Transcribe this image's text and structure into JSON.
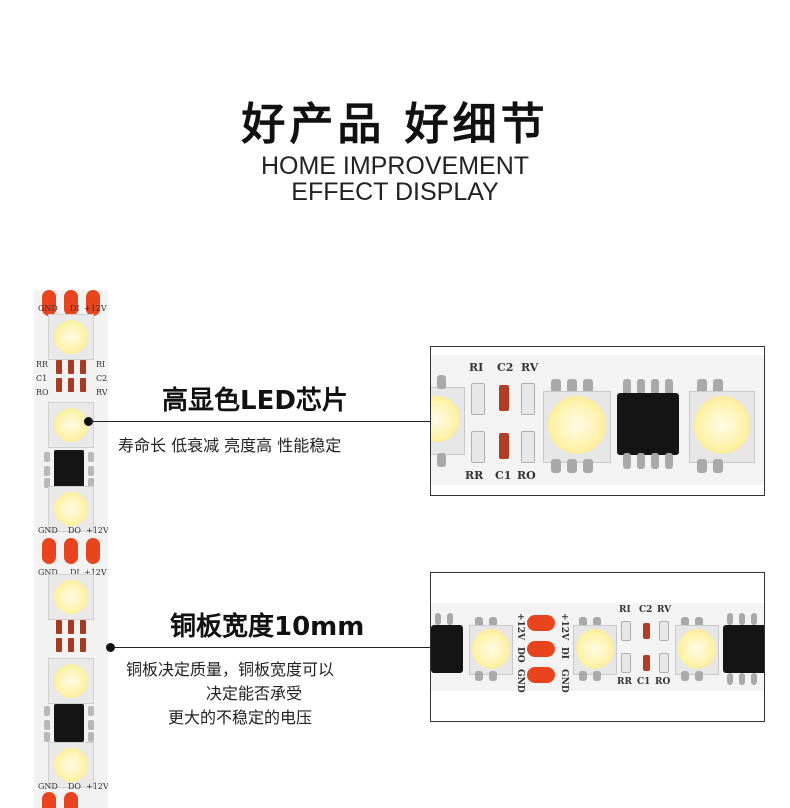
{
  "header": {
    "title": "好产品 好细节",
    "subtitle_line1": "HOME IMPROVEMENT",
    "subtitle_line2": "EFFECT DISPLAY"
  },
  "callout1": {
    "title": "高显色LED芯片",
    "description": "寿命长 低衰减 亮度高 性能稳定"
  },
  "callout2": {
    "title": "铜板宽度10mm",
    "description_line1": "铜板决定质量，铜板宽度可以",
    "description_line2": "决定能否承受",
    "description_line3": "更大的不稳定的电压"
  },
  "strip_labels": {
    "gnd": "GND",
    "di": "DI",
    "do": "DO",
    "v12": "+12V",
    "rr": "RR",
    "c1": "C1",
    "ro": "RO",
    "ri": "RI",
    "c2": "C2",
    "rv": "RV"
  },
  "colors": {
    "pad": "#e8441e",
    "resistor": "#a73a22",
    "ic": "#141414",
    "led_core": "#fff2a8"
  }
}
